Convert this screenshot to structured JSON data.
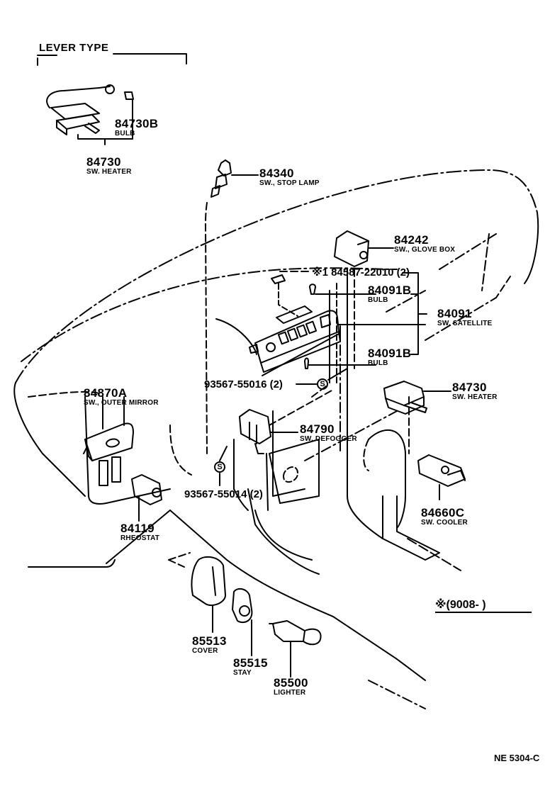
{
  "diagram": {
    "section_title": "LEVER TYPE",
    "figure_code": "NE 5304-C",
    "footnote": "※(9008-        )",
    "colors": {
      "ink": "#000000",
      "background": "#ffffff"
    },
    "parts": [
      {
        "part_no": "84730B",
        "description": "BULB"
      },
      {
        "part_no": "84730",
        "description": "SW. HEATER"
      },
      {
        "part_no": "84340",
        "description": "SW., STOP LAMP"
      },
      {
        "part_no": "84242",
        "description": "SW., GLOVE BOX"
      },
      {
        "part_no": "※1 84587-22010 (2)",
        "description": ""
      },
      {
        "part_no": "84091B",
        "description": "BULB"
      },
      {
        "part_no": "84091",
        "description": "SW. SATELLITE"
      },
      {
        "part_no": "84091B",
        "description": "BULB"
      },
      {
        "part_no": "84870A",
        "description": "SW., OUTER MIRROR"
      },
      {
        "part_no": "93567-55016 (2)",
        "description": ""
      },
      {
        "part_no": "84730",
        "description": "SW. HEATER"
      },
      {
        "part_no": "84790",
        "description": "SW. DEFOGGER"
      },
      {
        "part_no": "93567-55014 (2)",
        "description": ""
      },
      {
        "part_no": "84119",
        "description": "RHEOSTAT"
      },
      {
        "part_no": "84660C",
        "description": "SW. COOLER"
      },
      {
        "part_no": "85513",
        "description": "COVER"
      },
      {
        "part_no": "85515",
        "description": "STAY"
      },
      {
        "part_no": "85500",
        "description": "LIGHTER"
      }
    ],
    "screw_symbol": "S"
  }
}
